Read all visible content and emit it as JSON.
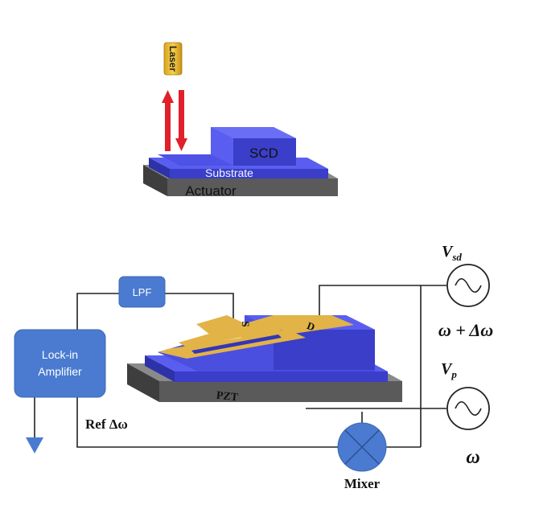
{
  "top_diagram": {
    "laser_label": "Laser",
    "scd_label": "SCD",
    "substrate_label": "Substrate",
    "actuator_label": "Actuator"
  },
  "bottom_diagram": {
    "lpf_label": "LPF",
    "lockin_label_line1": "Lock-in",
    "lockin_label_line2": "Amplifier",
    "ref_label": "Ref Δω",
    "source_label": "S",
    "drain_label": "D",
    "pzt_label": "PZT",
    "vsd_main": "V",
    "vsd_sub": "sd",
    "freq_sum_label": "ω + Δω",
    "vp_main": "V",
    "vp_sub": "p",
    "freq_label": "ω",
    "mixer_label": "Mixer"
  },
  "colors": {
    "device_blue": "#4b4fe0",
    "device_blue_dark": "#3236b8",
    "electrode_gold": "#e2b347",
    "actuator_gray": "#5a5a5a",
    "box_blue": "#4a7bd0",
    "laser_yellow": "#f2c230",
    "arrow_red": "#e0202a"
  }
}
